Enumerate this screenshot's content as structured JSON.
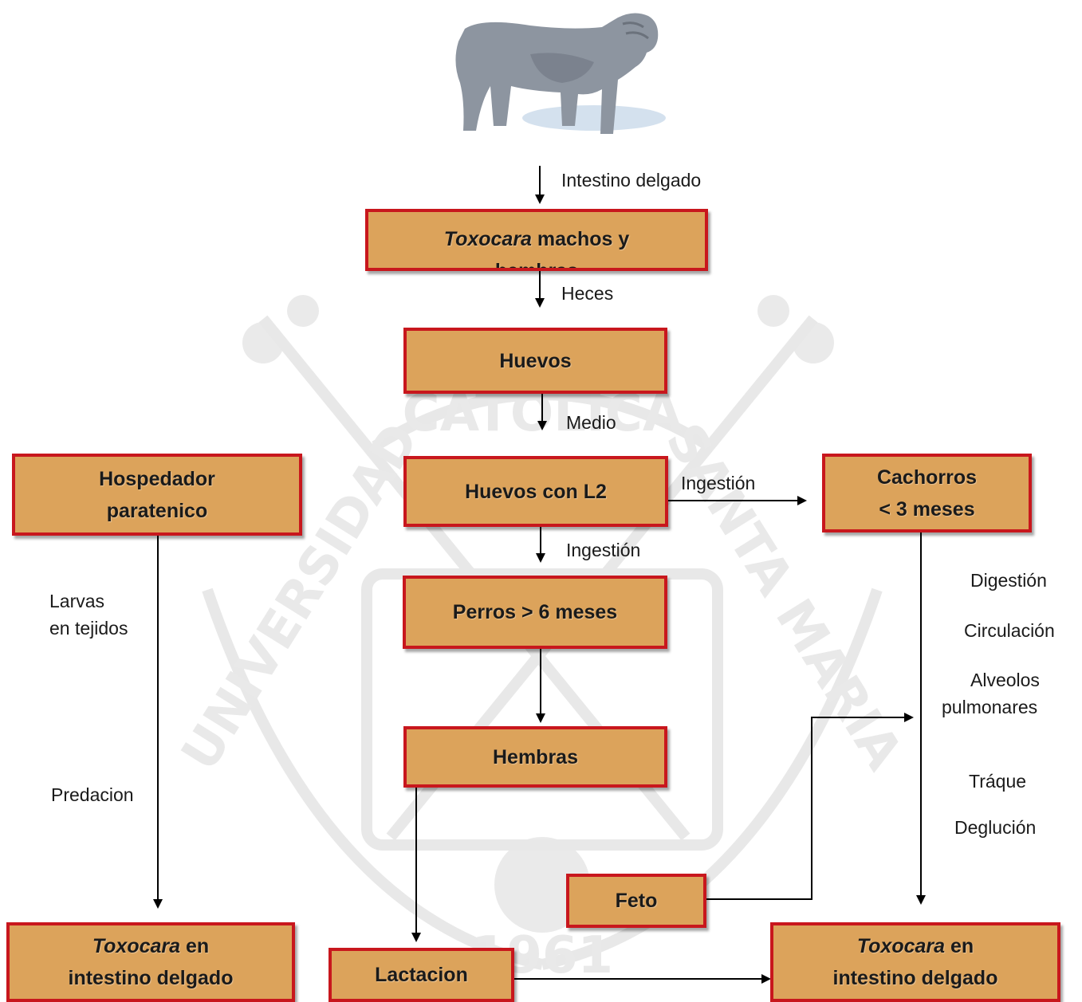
{
  "colors": {
    "box_fill": "#dca35b",
    "box_border": "#c8171d",
    "arrow": "#000000"
  },
  "illustration": {
    "icon": "bulldog-icon"
  },
  "boxes": {
    "adults": {
      "italic": "Toxocara",
      "rest": " machos y",
      "clipped": "hembras"
    },
    "eggs": "Huevos",
    "eggs_l2": "Huevos con L2",
    "paratenic": [
      "Hospedador",
      "paratenico"
    ],
    "puppies": [
      "Cachorros",
      "< 3 meses"
    ],
    "dogs": "Perros > 6 meses",
    "females": "Hembras",
    "fetus": "Feto",
    "toxo_left": {
      "italic": "Toxocara",
      "rest": " en",
      "line2": "intestino delgado"
    },
    "lactation": "Lactacion",
    "toxo_right": {
      "italic": "Toxocara",
      "rest": " en",
      "line2": "intestino delgado"
    }
  },
  "labels": {
    "small_intestine": "Intestino delgado",
    "feces": "Heces",
    "environment": "Medio",
    "ingestion_right": "Ingestión",
    "ingestion_down": "Ingestión",
    "larvae_1": "Larvas",
    "larvae_2": "en tejidos",
    "predation": "Predacion",
    "digestion": "Digestión",
    "circulation": "Circulación",
    "alveoli_1": "Alveolos",
    "alveoli_2": "pulmonares",
    "trachea": "Tráque",
    "swallowing": "Deglución"
  },
  "watermark": {
    "arc_text": "CATOLICA",
    "left_text": "UNIVERSIDAD",
    "right_text": "SANTA MARIA",
    "year": "1961"
  }
}
